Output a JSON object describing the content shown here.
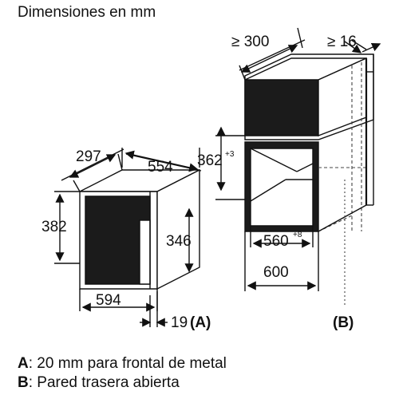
{
  "title": "Dimensiones en mm",
  "appliance": {
    "depth": "297",
    "width": "554",
    "height": "382",
    "inner_height": "346",
    "front_width": "594",
    "front_thickness": "19",
    "ref_a": "(A)"
  },
  "niche": {
    "min_depth": "≥ 300",
    "min_gap": "≥ 16",
    "opening_height": "362",
    "opening_height_tol": "+3",
    "opening_width": "560",
    "opening_width_tol": "+8",
    "cabinet_width": "600",
    "ref_b": "(B)"
  },
  "notes": [
    {
      "key": "A",
      "text": ": 20 mm para frontal de metal"
    },
    {
      "key": "B",
      "text": ": Pared trasera abierta"
    }
  ]
}
